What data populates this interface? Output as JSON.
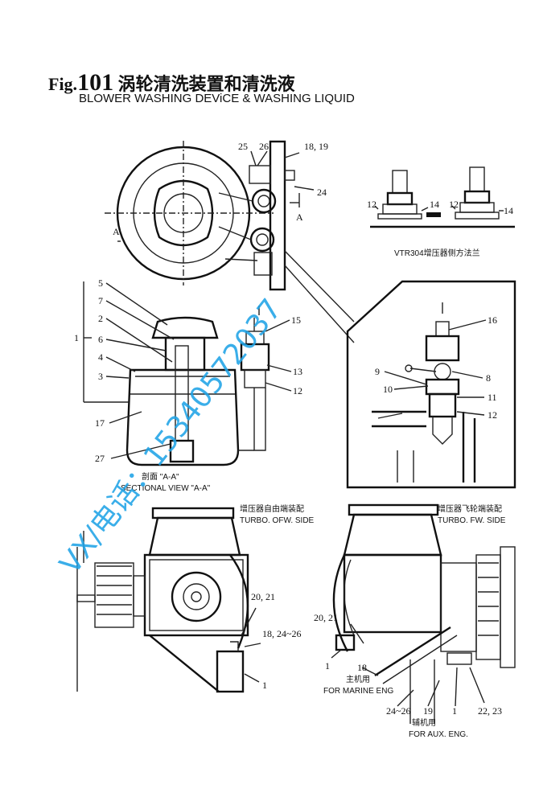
{
  "header": {
    "fig_prefix": "Fig.",
    "fig_number": "101",
    "title_cn": "涡轮清洗装置和清洗液",
    "title_en": "BLOWER WASHING DEViCE & WASHING LIQUID"
  },
  "top_view": {
    "labels": [
      "25",
      "26",
      "18, 19",
      "24"
    ],
    "section_marks": [
      "A",
      "A"
    ]
  },
  "flange_detail": {
    "labels": [
      "12",
      "14",
      "12",
      "14"
    ],
    "caption": "VTR304增压器侧方法兰"
  },
  "section_view": {
    "labels": [
      "5",
      "7",
      "2",
      "1",
      "6",
      "4",
      "3",
      "17",
      "27",
      "15",
      "13",
      "12"
    ],
    "caption_cn": "剖面 \"A-A\"",
    "caption_en": "SECTIONAL VIEW \"A-A\""
  },
  "valve_detail": {
    "labels": [
      "16",
      "9",
      "8",
      "10",
      "11",
      "12"
    ]
  },
  "ofw_side": {
    "caption_cn": "增压器自由端装配",
    "caption_en": "TURBO. OFW. SIDE",
    "labels": [
      "20, 21",
      "18, 24~26",
      "1"
    ]
  },
  "fw_side": {
    "caption_cn": "增压器飞轮端装配",
    "caption_en": "TURBO. FW. SIDE",
    "labels": [
      "20, 21",
      "1",
      "18",
      "24~26",
      "19",
      "1",
      "22, 23"
    ],
    "marine_cn": "主机用",
    "marine_en": "FOR MARINE ENG",
    "aux_cn": "辅机用",
    "aux_en": "FOR AUX. ENG."
  },
  "watermark": {
    "text": "VX/电话：15340572037",
    "color": "#1fa3e6"
  }
}
